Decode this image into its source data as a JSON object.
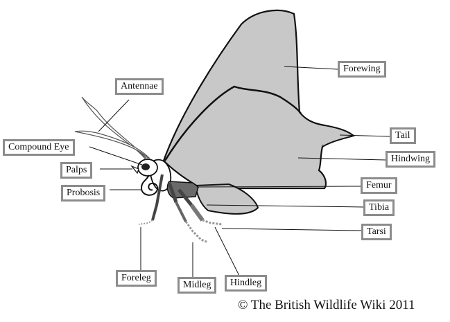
{
  "labels": {
    "antennae": "Antennae",
    "compound_eye": "Compound Eye",
    "palps": "Palps",
    "probosis": "Probosis",
    "forewing": "Forewing",
    "tail": "Tail",
    "hindwing": "Hindwing",
    "femur": "Femur",
    "tibia": "Tibia",
    "tarsi": "Tarsi",
    "foreleg": "Foreleg",
    "midleg": "Midleg",
    "hindleg": "Hindleg"
  },
  "credit": "© The British Wildlife Wiki 2011",
  "colors": {
    "wing_fill": "#c8c8c8",
    "outline": "#111111",
    "label_border": "#8c8c8c",
    "leg_fill": "#8a8a8a"
  }
}
